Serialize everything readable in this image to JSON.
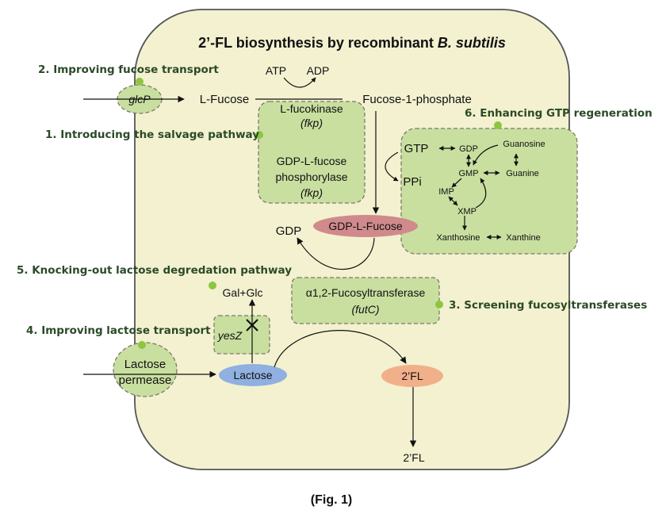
{
  "title": {
    "text": "2’-FL biosynthesis by recombinant ",
    "italic": "B. subtilis"
  },
  "steps": {
    "s1": "1. Introducing the salvage pathway",
    "s2": "2. Improving fucose transport",
    "s3": "3. Screening fucosyltransferases",
    "s4": "4. Improving lactose transport",
    "s5": "5. Knocking-out lactose degredation pathway",
    "s6": "6. Enhancing GTP regeneration"
  },
  "nodes": {
    "glcP": "glcP",
    "l_fucose": "L-Fucose",
    "atp": "ATP",
    "adp": "ADP",
    "fucose_1p": "Fucose-1-phosphate",
    "l_fucokinase": "L-fucokinase",
    "fkp_1": "(fkp)",
    "gdp_l_fucose_phos_1": "GDP-L-fucose",
    "gdp_l_fucose_phos_2": "phosphorylase",
    "fkp_2": "(fkp)",
    "gtp": "GTP",
    "ppi": "PPi",
    "gdp_small": "GDP",
    "guanosine": "Guanosine",
    "gmp": "GMP",
    "guanine": "Guanine",
    "imp": "IMP",
    "xmp": "XMP",
    "xanthosine": "Xanthosine",
    "xanthine": "Xanthine",
    "gdp_l_fucose": "GDP-L-Fucose",
    "gdp": "GDP",
    "gal_glc": "Gal+Glc",
    "yesZ": "yesZ",
    "fucosyltransferase": "α1,2-Fucosyltransferase",
    "futC": "(futC)",
    "lactose_permease_1": "Lactose",
    "lactose_permease_2": "permease",
    "lactose": "Lactose",
    "two_fl_inside": "2’FL",
    "two_fl_outside": "2’FL"
  },
  "caption": "(Fig. 1)",
  "colors": {
    "cell_fill": "#f3f1d0",
    "cell_stroke": "#555555",
    "module_fill": "#c9dfa0",
    "module_stroke": "#7a7a6a",
    "dot_green": "#8dc63f",
    "label_green": "#2b4a28",
    "gdp_fucose_fill": "#d08a8c",
    "lactose_fill": "#8fb0e0",
    "two_fl_fill": "#f2b08a"
  }
}
